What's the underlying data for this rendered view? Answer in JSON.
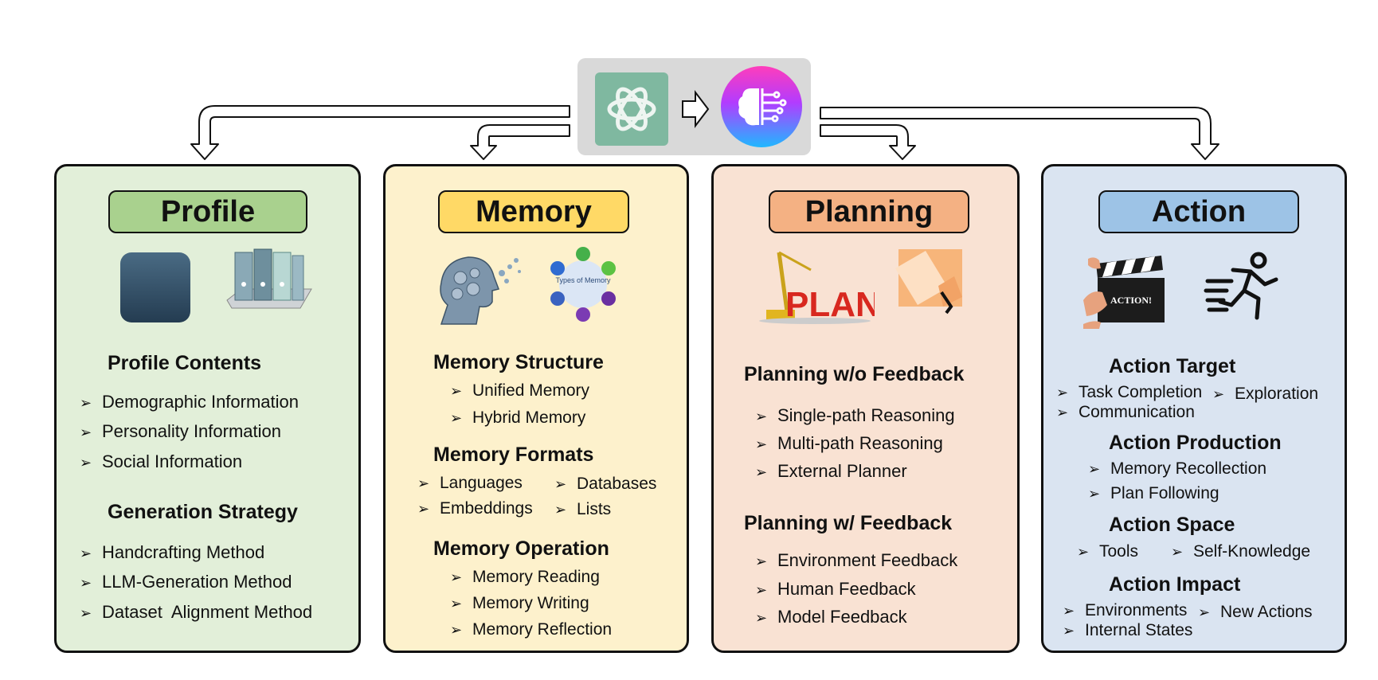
{
  "panels": {
    "profile": {
      "title": "Profile",
      "contents_heading": "Profile Contents",
      "contents": [
        "Demographic Information",
        "Personality Information",
        "Social Information"
      ],
      "strategy_heading": "Generation Strategy",
      "strategies": [
        "Handcrafting Method",
        "LLM-Generation Method",
        "Dataset  Alignment Method"
      ]
    },
    "memory": {
      "title": "Memory",
      "structure_heading": "Memory Structure",
      "structures": [
        "Unified Memory",
        "Hybrid Memory"
      ],
      "formats_heading": "Memory Formats",
      "formats": [
        "Languages",
        "Databases",
        "Embeddings",
        "Lists"
      ],
      "operation_heading": "Memory Operation",
      "operations": [
        "Memory Reading",
        "Memory Writing",
        "Memory Reflection"
      ],
      "image_text": "Types of Memory"
    },
    "planning": {
      "title": "Planning",
      "wo_heading": "Planning w/o Feedback",
      "wo_items": [
        "Single-path Reasoning",
        "Multi-path Reasoning",
        "External Planner"
      ],
      "w_heading": "Planning w/ Feedback",
      "w_items": [
        "Environment Feedback",
        "Human Feedback",
        "Model Feedback"
      ],
      "image_text": "PLAN"
    },
    "action": {
      "title": "Action",
      "target_heading": "Action Target",
      "targets": [
        "Task Completion",
        "Exploration",
        "Communication"
      ],
      "production_heading": "Action Production",
      "productions": [
        "Memory Recollection",
        "Plan Following"
      ],
      "space_heading": "Action Space",
      "spaces": [
        "Tools",
        "Self-Knowledge"
      ],
      "impact_heading": "Action Impact",
      "impacts": [
        "Environments",
        "New Actions",
        "Internal States"
      ],
      "image_text": "ACTION!"
    }
  },
  "bullet": "➢",
  "icons": [
    "openai-logo-icon",
    "arrow-right-icon",
    "ai-brain-icon",
    "profile-avatar-icon",
    "binders-laptop-icon",
    "thinking-head-icon",
    "memory-types-icon",
    "plan-crane-icon",
    "planning-paper-icon",
    "clapperboard-icon",
    "running-man-icon"
  ],
  "colors": {
    "profile_panel": "#e2efd9",
    "profile_title": "#a9d18e",
    "memory_panel": "#fdf1cc",
    "memory_title": "#ffd966",
    "planning_panel": "#f9e2d3",
    "planning_title": "#f4b183",
    "action_panel": "#dae4f1",
    "action_title": "#9dc3e6"
  }
}
